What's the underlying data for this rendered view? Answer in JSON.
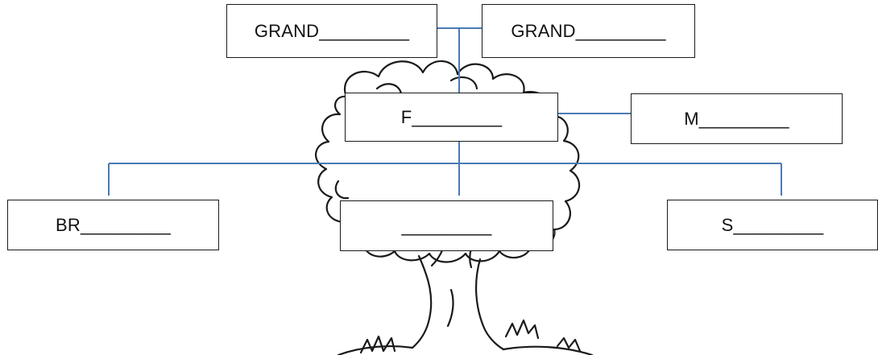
{
  "colors": {
    "connector": "#4a7ab5",
    "box_border": "#1a1a1a",
    "tree_outline": "#1a1a1a"
  },
  "tree_illustration": {
    "icon": "tree-outline-drawing"
  },
  "boxes": {
    "grand_left": "GRAND_________",
    "grand_right": "GRAND_________",
    "father": "F_________",
    "mother": "M_________",
    "brother": "BR_________",
    "self": "_________",
    "sister": "S_________"
  }
}
